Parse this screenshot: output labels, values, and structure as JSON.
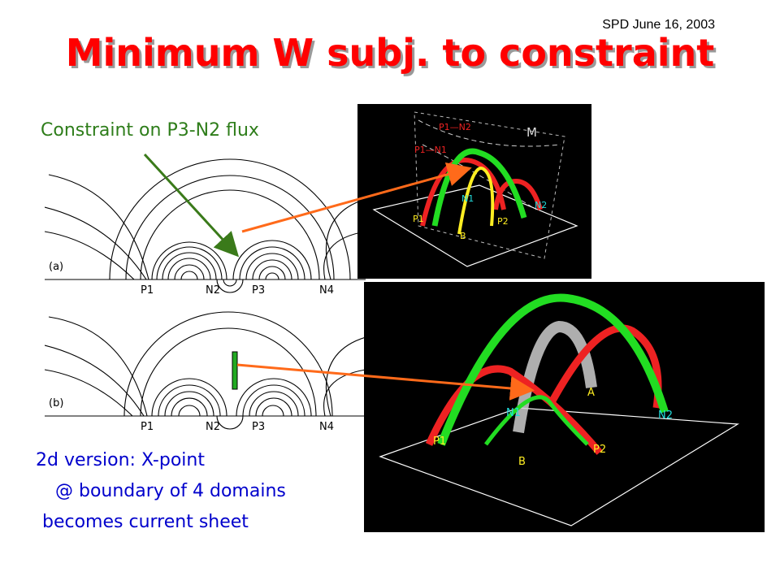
{
  "header": {
    "date": "SPD June 16, 2003",
    "title": "Minimum W subj. to constraint"
  },
  "annotations": {
    "constraint_label": "Constraint on P3-N2 flux",
    "caption_line1": "2d version: X-point",
    "caption_line2": "@ boundary of 4 domains",
    "caption_line3": "becomes current sheet"
  },
  "diagram_a": {
    "panel_label": "(a)",
    "pole_labels": [
      "P1",
      "N2",
      "P3",
      "N4"
    ]
  },
  "diagram_b": {
    "panel_label": "(b)",
    "pole_labels": [
      "P1",
      "N2",
      "P3",
      "N4"
    ]
  },
  "render_top": {
    "labels": [
      "P1—N2",
      "P1—N1",
      "M",
      "N1",
      "N2",
      "P1",
      "P2",
      "B"
    ]
  },
  "render_bottom": {
    "labels": [
      "N1",
      "N2",
      "P1",
      "P2",
      "A",
      "B"
    ]
  },
  "colors": {
    "title": "#ff0000",
    "constraint_arrow": "#3a7a1a",
    "connector_arrow": "#ff6a1a",
    "caption": "#0000cc",
    "loop_green": "#22dd22",
    "loop_red": "#ee2222",
    "loop_yellow": "#ffee22"
  }
}
